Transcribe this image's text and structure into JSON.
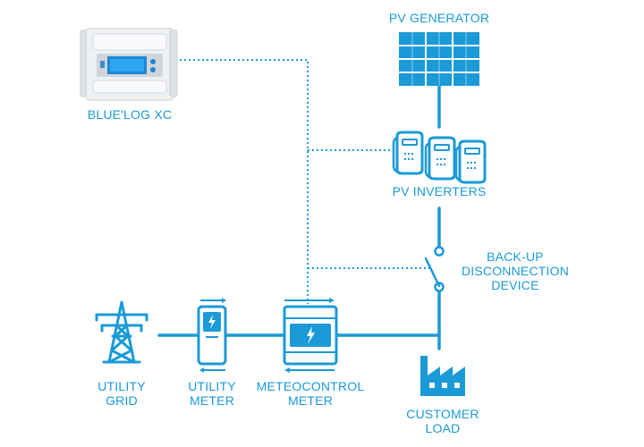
{
  "colors": {
    "accent": "#1a9ad6",
    "device_gray": "#e9ecef",
    "display_blue": "#1e88d2"
  },
  "labels": {
    "pv_generator": "PV GENERATOR",
    "bluelog": "BLUE'LOG XC",
    "pv_inverters": "PV INVERTERS",
    "backup_disconnection": [
      "BACK-UP",
      "DISCONNECTION",
      "DEVICE"
    ],
    "utility_grid": [
      "UTILITY",
      "GRID"
    ],
    "utility_meter": [
      "UTILITY",
      "METER"
    ],
    "meteocontrol_meter": [
      "METEOCONTROL",
      "METER"
    ],
    "customer_load": [
      "CUSTOMER",
      "LOAD"
    ]
  },
  "icons": {
    "pv_generator": "solar-panel-icon",
    "bluelog": "datalogger-device-icon",
    "pv_inverters": "inverter-icon",
    "switch": "disconnect-switch-icon",
    "utility_grid": "transmission-tower-icon",
    "utility_meter": "meter-icon",
    "meteocontrol_meter": "din-rail-meter-icon",
    "customer_load": "factory-icon"
  }
}
